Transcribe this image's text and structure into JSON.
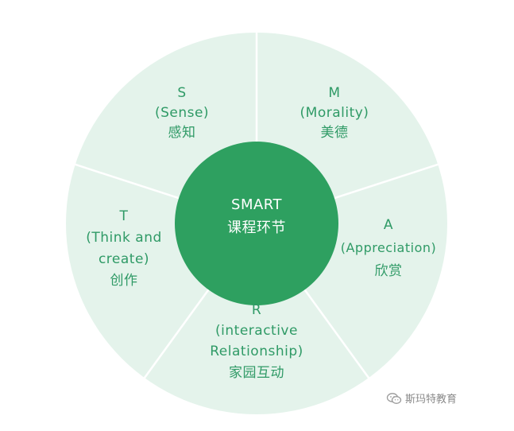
{
  "diagram": {
    "center": {
      "line1": "SMART",
      "line2": "课程环节"
    },
    "segments": [
      {
        "id": "s",
        "lines": [
          "S",
          "(Sense)",
          "感知"
        ]
      },
      {
        "id": "m",
        "lines": [
          "M",
          "(Morality)",
          "美德"
        ]
      },
      {
        "id": "a",
        "lines": [
          "A",
          "(Appreciation)",
          "欣赏"
        ]
      },
      {
        "id": "r",
        "lines": [
          "R",
          "(interactive",
          "Relationship)",
          "家园互动"
        ]
      },
      {
        "id": "t",
        "lines": [
          "T",
          "(Think and",
          "create)",
          "创作"
        ]
      }
    ],
    "colors": {
      "outer_fill": "#e4f3eb",
      "divider": "#ffffff",
      "center_fill": "#2ea060",
      "segment_text": "#2f9a66",
      "center_text": "#ffffff"
    }
  },
  "watermark": {
    "icon": "wechat-icon",
    "text": "斯玛特教育"
  }
}
